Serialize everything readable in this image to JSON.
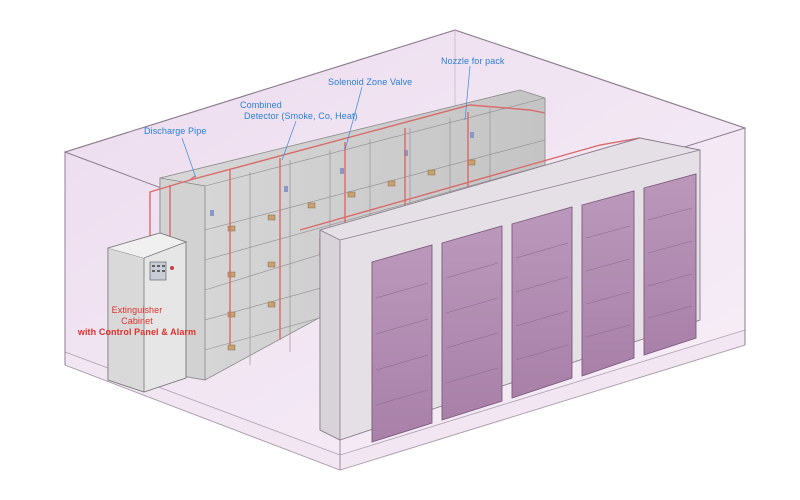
{
  "labels": {
    "nozzle": "Nozzle for pack",
    "solenoid": "Solenoid Zone Valve",
    "detector_line1": "Combined",
    "detector_line2": "Detector  (Smoke, Co, Heat)",
    "discharge": "Discharge Pipe",
    "cabinet_line1": "Extinguisher",
    "cabinet_line2": "Cabinet",
    "cabinet_line3": "with Control Panel & Alarm"
  },
  "colors": {
    "label_blue": "#2a7fd4",
    "label_red": "#e0302c",
    "pipe": "#d96a6a",
    "container_tint": "#e9d9ec",
    "door_panel": "#b48fb4",
    "cabinet": "#e6e6e6"
  }
}
